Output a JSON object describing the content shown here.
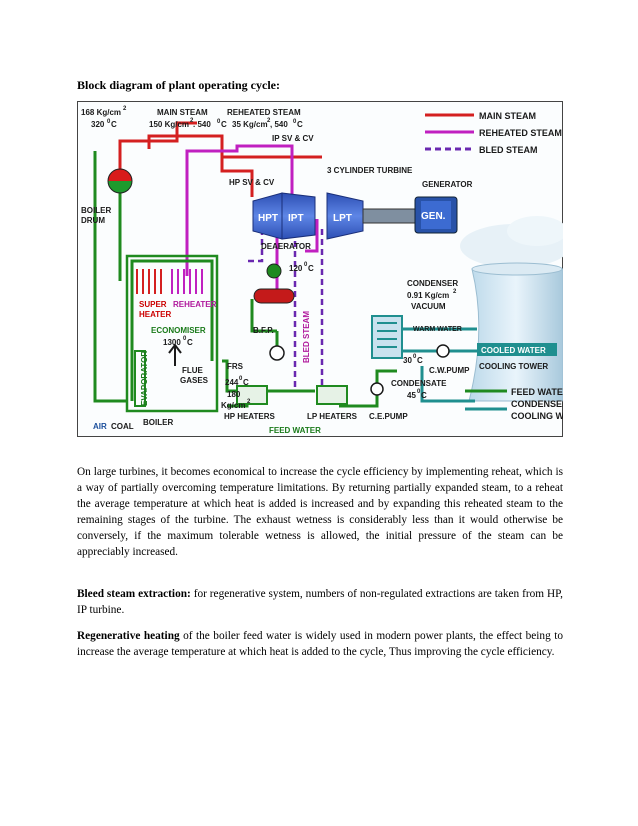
{
  "heading": "Block diagram of plant operating cycle:",
  "diagram": {
    "legend": {
      "main_steam": "MAIN STEAM",
      "reheated_steam": "REHEATED STEAM",
      "bled_steam": "BLED STEAM",
      "feed_water": "FEED WATER",
      "condenser_line_1": "CONDENSER",
      "condenser_line_2": "COOLING WATER"
    },
    "labels": {
      "drum_pressure": "168 Kg/cm",
      "drum_temp": "320",
      "main_steam": "MAIN STEAM",
      "main_steam_cond": "150 Kg/cm",
      "main_steam_temp": ". 540",
      "reheated_steam": "REHEATED STEAM",
      "reheated_cond": "35 Kg/cm",
      "reheated_temp": ", 540",
      "ip_valves": "IP SV & CV",
      "hp_valves": "HP SV & CV",
      "turbine": "3 CYLINDER TURBINE",
      "hpt": "HPT",
      "ipt": "IPT",
      "lpt": "LPT",
      "generator": "GENERATOR",
      "gen": "GEN.",
      "boiler_drum_1": "BOILER",
      "boiler_drum_2": "DRUM",
      "deaerator": "DEAERATOR",
      "deaerator_temp": "120",
      "super_heater_1": "SUPER",
      "super_heater_2": "HEATER",
      "reheater": "REHEATER",
      "economiser": "ECONOMISER",
      "eco_temp": "1300",
      "evaporator": "EVAPORATOR",
      "flue_gases_1": "FLUE",
      "flue_gases_2": "GASES",
      "bfp": "B.F.P.",
      "frs": "FRS",
      "bled_steam": "BLED STEAM",
      "condenser": "CONDENSER",
      "condenser_pressure": "0.91 Kg/cm",
      "vacuum": "VACUUM",
      "warm_water": "WARM WATER",
      "temp_244": "244",
      "temp_180": "180",
      "kgcm": "Kg/cm",
      "temp_30": "30",
      "cw_pump": "C.W.PUMP",
      "cooled_water": "COOLED WATER",
      "cooling_tower": "COOLING TOWER",
      "condensate": "CONDENSATE",
      "temp_45": "45",
      "hp_heaters": "HP HEATERS",
      "lp_heaters": "LP HEATERS",
      "ce_pump": "C.E.PUMP",
      "feed_water": "FEED WATER",
      "air": "AIR",
      "coal": "COAL",
      "boiler": "BOILER",
      "sup_2": "2",
      "deg_c": "0",
      "unit_c": "C"
    },
    "colors": {
      "main_steam": "#d42020",
      "reheated_steam": "#c020c0",
      "bled_steam": "#6a28b0",
      "feed_water": "#1f8a1f",
      "condenser": "#1f8f8f",
      "turbine_blue": "#3a5fcd",
      "drum_red": "#c01818",
      "drum_green": "#1b9a2a"
    }
  },
  "paragraphs": {
    "p1": " On large turbines, it becomes economical to increase the cycle efficiency by implementing reheat, which is a way of partially overcoming temperature limitations. By returning partially expanded steam, to a reheat the average temperature at which heat is added is increased and by expanding this reheated steam to the remaining stages of the turbine. The exhaust wetness is considerably less than it would otherwise be conversely, if the maximum tolerable wetness is allowed, the initial pressure of the steam can be appreciably increased.",
    "p2_bold": "Bleed steam extraction:",
    "p2_rest": " for regenerative system, numbers of non-regulated extractions are taken from HP, IP turbine.",
    "p3_bold": "Regenerative heating",
    "p3_rest": " of the boiler feed water is widely used in modern power plants, the effect being to increase the average temperature at which heat is added to the cycle, Thus improving the cycle efficiency."
  }
}
